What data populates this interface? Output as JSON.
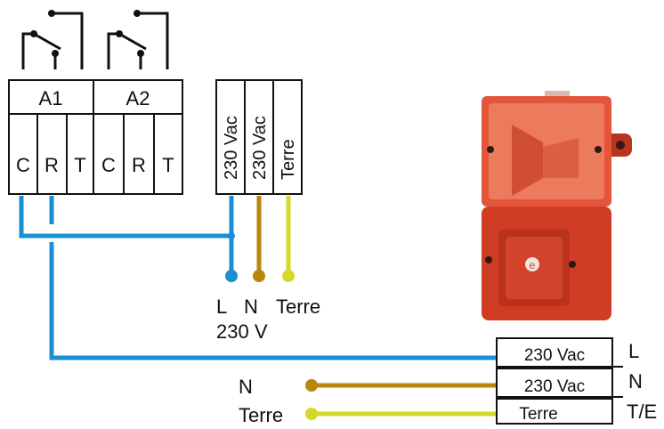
{
  "relays": [
    {
      "name": "A1",
      "terminals": [
        "C",
        "R",
        "T"
      ]
    },
    {
      "name": "A2",
      "terminals": [
        "C",
        "R",
        "T"
      ]
    }
  ],
  "power_block": {
    "terminals": [
      "230 Vac",
      "230 Vac",
      "Terre"
    ]
  },
  "supply_labels": {
    "l": "L",
    "n": "N",
    "terre": "Terre",
    "voltage": "230 V"
  },
  "device_block": {
    "rows": [
      {
        "label": "230 Vac",
        "side": "L"
      },
      {
        "label": "230 Vac",
        "side": "N"
      },
      {
        "label": "Terre",
        "side": "T/E"
      }
    ]
  },
  "left_labels": {
    "n": "N",
    "terre": "Terre"
  },
  "colors": {
    "line_live": "#1a8fd6",
    "line_neutral": "#b8860b",
    "line_earth": "#d4d92a",
    "beacon_lens": "#e4553a",
    "beacon_body": "#cf3d25"
  },
  "icons": [
    "relay-contact-icon",
    "beacon-sounder-device"
  ]
}
